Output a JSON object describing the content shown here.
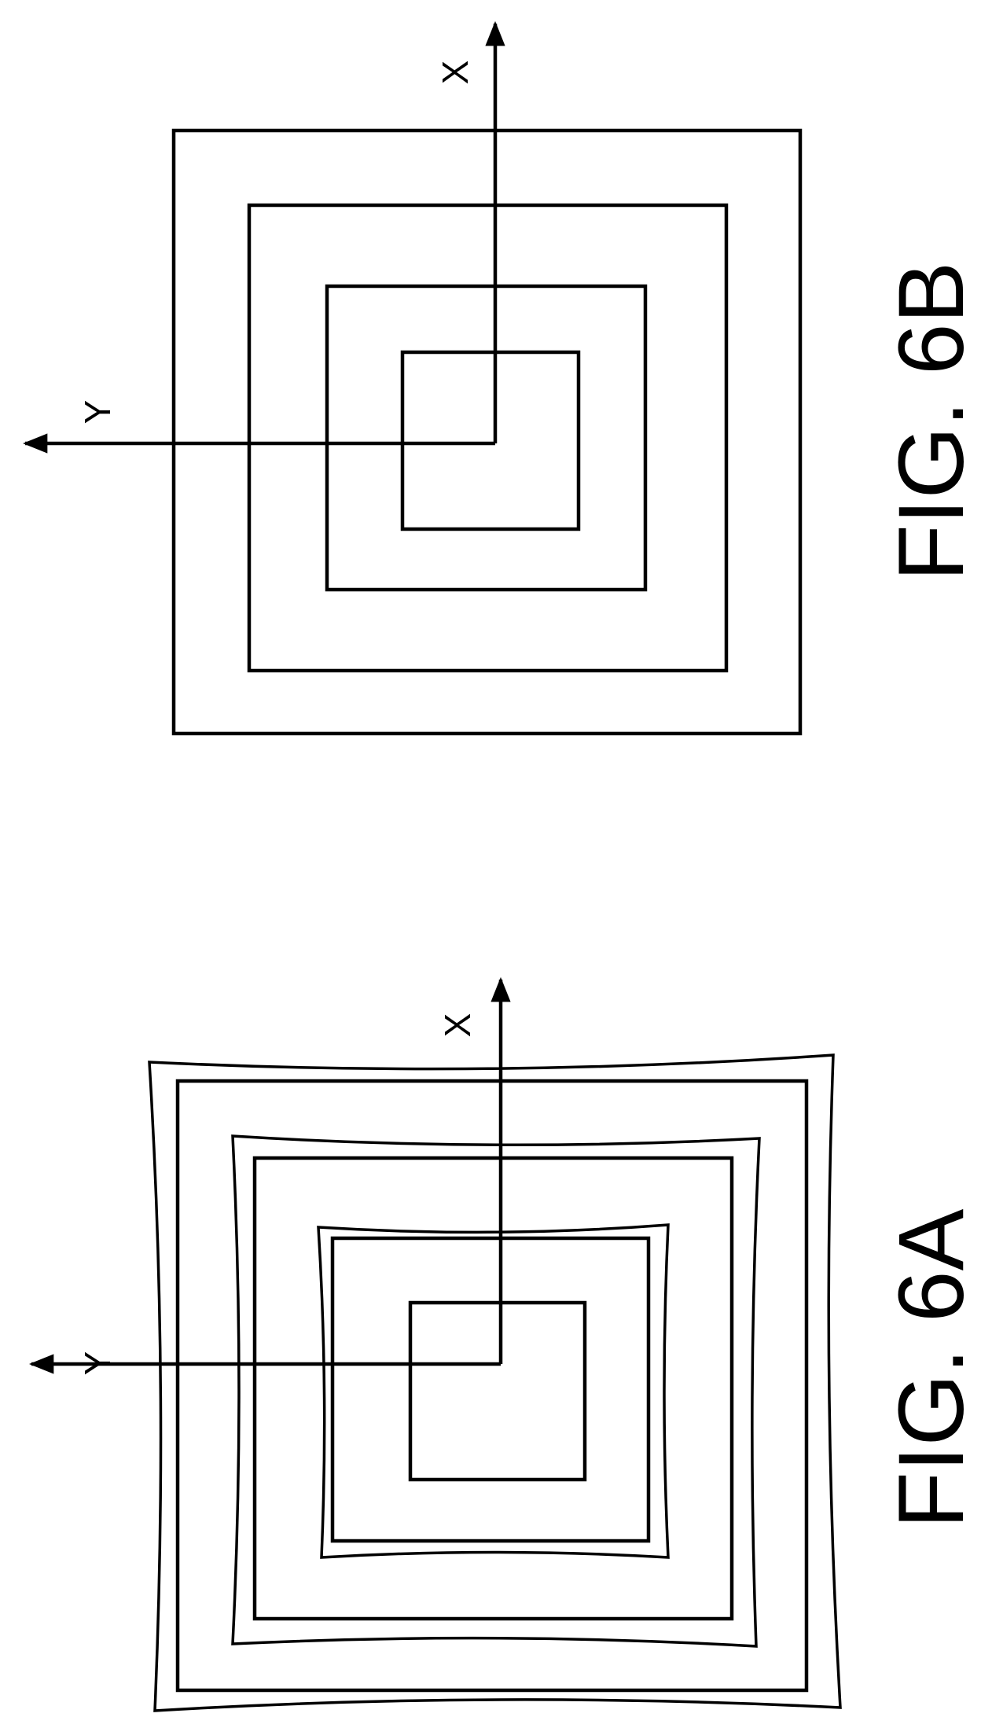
{
  "figures": [
    {
      "caption": "FIG. 6B",
      "axis_x_label": "X",
      "axis_y_label": "Y",
      "description_kind": "undistorted square grid"
    },
    {
      "caption": "FIG. 6A",
      "axis_x_label": "X",
      "axis_y_label": "Y",
      "description_kind": "pincushion-distorted squares overlaid on ideal squares"
    }
  ],
  "colors": {
    "ink": "#000000",
    "paper": "#ffffff"
  }
}
